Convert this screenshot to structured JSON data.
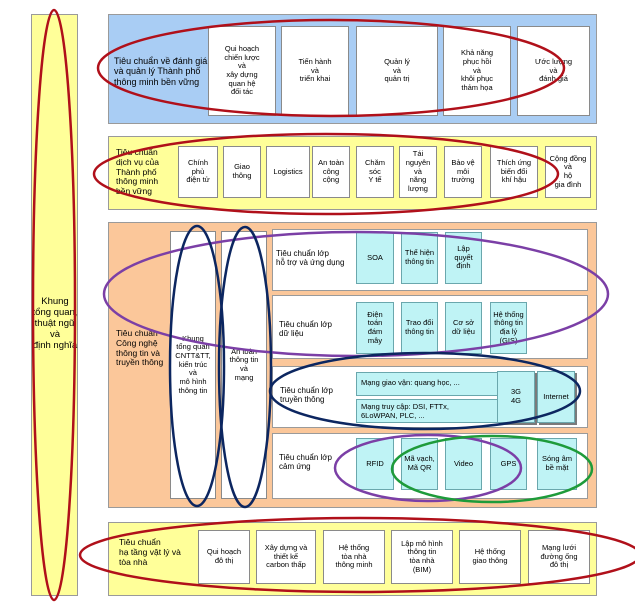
{
  "left_column": {
    "label": "Khung\ntổng quan,\nthuật ngữ\nvà\nđịnh nghĩa"
  },
  "governance": {
    "title": "Tiêu chuẩn về đánh giá\nvà quản lý Thành phố\nthông minh bền vững",
    "items": [
      "Qui hoạch\nchiến lược\nvà\nxây dựng\nquan hệ\nđối tác",
      "Tiến hành\nvà\ntriển khai",
      "Quản lý\nvà\nquản trị",
      "Khả năng\nphục hồi\nvà\nkhôi phục\nthảm họa",
      "Ước lượng\nvà\nđánh giá"
    ]
  },
  "services": {
    "title": "Tiêu chuẩn\ndịch vụ của\nThành phố\nthông minh\nbền vững",
    "items": [
      "Chính\nphủ\nđiện tử",
      "Giao\nthông",
      "Logistics",
      "An toàn\ncông\ncộng",
      "Chăm\nsóc\nY tế",
      "Tái\nnguyên\nvà\nnăng\nlượng",
      "Bảo vệ\nmôi\ntrường",
      "Thích ứng\nbiến đổi\nkhí hậu",
      "Cộng đồng\nvà\nhộ\ngia đình"
    ]
  },
  "ict": {
    "title": "Tiêu chuẩn\nCông nghệ\nthông tin và\ntruyền thông",
    "framework": "Khung\ntổng quan\nCNTT&TT,\nkiến trúc\nvà\nmô hình\nthông tin",
    "security": "An toàn\nthông tin\nvà\nmạng",
    "support_layer": {
      "title": "Tiêu chuẩn lớp\nhỗ trợ và ứng dụng",
      "items": [
        "SOA",
        "Thể hiện\nthông tin",
        "Lập\nquyết\nđịnh"
      ]
    },
    "data_layer": {
      "title": "Tiêu chuẩn lớp\ndữ liệu",
      "items": [
        "Điện\ntoán\nđám\nmây",
        "Trao đổi\nthông tin",
        "Cơ sở\ndữ liệu",
        "Hệ thống\nthông tin\nđịa lý\n(GIS)"
      ]
    },
    "comm_layer": {
      "title": "Tiêu chuẩn lớp\ntruyền thông",
      "transport": "Mạng giao vận: quang học, ...",
      "access": "Mạng truy cập: DSI, FTTx,\n6LoWPAN, PLC, ...",
      "mobile": "3G\n4G",
      "internet": "Internet"
    },
    "sensing_layer": {
      "title": "Tiêu chuẩn lớp\ncảm ứng",
      "items": [
        "RFID",
        "Mã vạch,\nMã QR",
        "Video",
        "GPS",
        "Sóng âm\nbề mặt"
      ]
    }
  },
  "infrastructure": {
    "title": "Tiêu chuẩn\nhạ tầng vật lý và\ntòa nhà",
    "items": [
      "Qui hoạch\nđô thị",
      "Xây dựng và\nthiết kế\ncarbon thấp",
      "Hệ thống\ntòa nhà\nthông minh",
      "Lập mô hình\nthông tin\ntòa nhà\n(BIM)",
      "Hệ thống\ngiao thông",
      "Mạng lưới\nđường ống\nđô thị"
    ]
  },
  "colors": {
    "left_fill": "#ffff99",
    "governance_fill": "#a9cdf4",
    "services_fill": "#ffff99",
    "ict_fill": "#fbc79a",
    "infra_fill": "#ffff99",
    "cyan_fill": "#bff3f5",
    "ellipse_red": "#b0101a",
    "ellipse_purple": "#7b3fa6",
    "ellipse_navy": "#0c2660",
    "ellipse_green": "#1e9b3a"
  }
}
